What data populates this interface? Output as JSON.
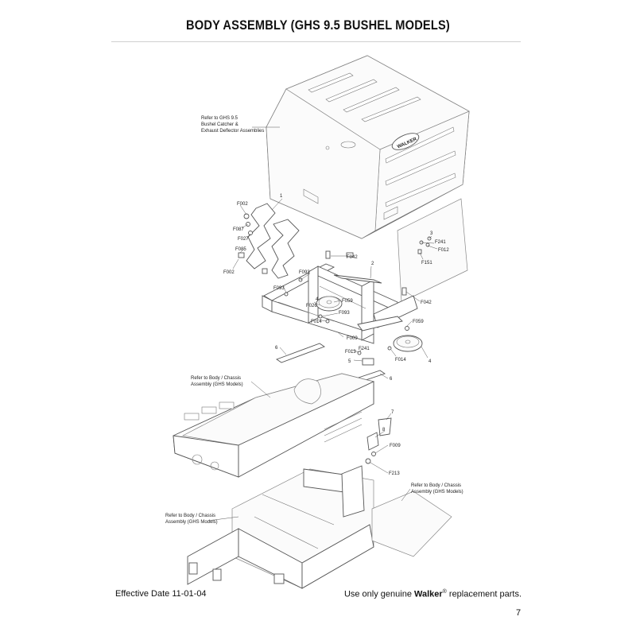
{
  "page": {
    "title": "BODY ASSEMBLY (GHS 9.5 BUSHEL MODELS)",
    "effective_date": "Effective Date 11-01-04",
    "notice_prefix": "Use only genuine ",
    "notice_brand": "Walker",
    "notice_mark": "®",
    "notice_suffix": " replacement parts.",
    "page_number": "7"
  },
  "callouts": {
    "ref_catcher": [
      "Refer to GHS 9.5",
      "Bushel Catcher &",
      "Exhaust Deflector Assemblies"
    ],
    "ref_body_chassis_1": [
      "Refer to Body / Chassis",
      "Assembly (GHS Models)"
    ],
    "ref_body_chassis_2": [
      "Refer to Body / Chassis",
      "Assembly (GHS Models)"
    ],
    "ref_body_chassis_3": [
      "Refer to Body / Chassis",
      "Assembly (GHS Models)"
    ],
    "logo_text": "WALKER",
    "labels": {
      "p1": "1",
      "p2": "2",
      "p3": "3",
      "p4a": "4",
      "p4b": "4",
      "p5": "5",
      "p6a": "6",
      "p6b": "6",
      "p7": "7",
      "p8": "8",
      "f002a": "F002",
      "f087": "F087",
      "f027": "F027",
      "f085": "F085",
      "f002b": "F002",
      "f042a": "F042",
      "f093a": "F093",
      "f093b": "F093",
      "f093c": "F093",
      "f026": "F026",
      "f059a": "F059",
      "f014a": "F014",
      "f009a": "F009",
      "f042b": "F042",
      "f059b": "F059",
      "f013": "F013",
      "f241a": "F241",
      "f014b": "F014",
      "f241b": "F241",
      "f012": "F012",
      "f151": "F151",
      "f009b": "F009",
      "f213": "F213"
    }
  }
}
